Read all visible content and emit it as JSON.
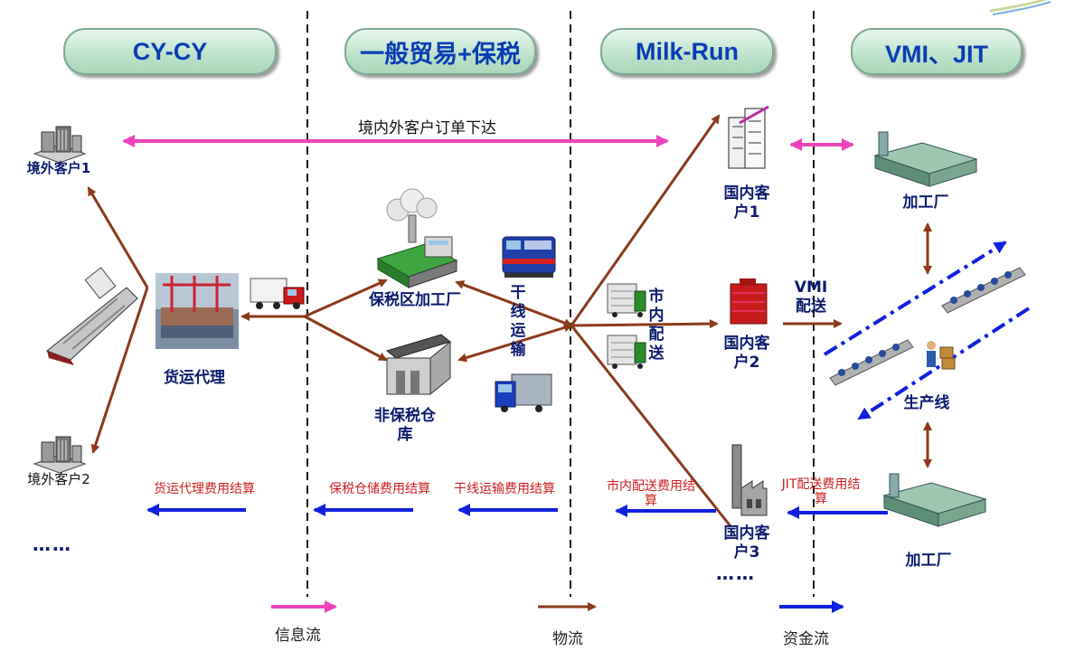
{
  "sections": {
    "cy_cy": "CY-CY",
    "general_trade": "一般贸易+保税",
    "milk_run": "Milk-Run",
    "vmi_jit": "VMI、JIT"
  },
  "nodes": {
    "overseas_customer_1": "境外客户1",
    "overseas_customer_2": "境外客户2",
    "freight_forwarder": "货运代理",
    "bonded_factory": "保税区加工厂",
    "non_bonded_warehouse": "非保税仓库",
    "trunk_transport": "干线运输",
    "city_delivery": "市内配送",
    "domestic_customer_1": "国内客户1",
    "domestic_customer_2": "国内客户2",
    "domestic_customer_3": "国内客户3",
    "vmi_delivery": "VMI配送",
    "factory_top": "加工厂",
    "production_line": "生产线",
    "factory_bottom": "加工厂",
    "ellipsis": "……"
  },
  "flows": {
    "order_issue": "境内外客户订单下达"
  },
  "settlements": {
    "forwarder_fee": "货运代理费用结算",
    "bonded_storage_fee": "保税仓储费用结算",
    "trunk_fee": "干线运输费用结算",
    "city_delivery_fee": "市内配送费用结算",
    "jit_delivery_fee": "JIT配送费用结算"
  },
  "legend": {
    "info_flow": "信息流",
    "logistics_flow": "物流",
    "capital_flow": "资金流"
  },
  "colors": {
    "info": "#ee44bb",
    "logistics": "#8b3a1a",
    "capital": "#1020e0",
    "section_text": "#0a3cb4"
  }
}
